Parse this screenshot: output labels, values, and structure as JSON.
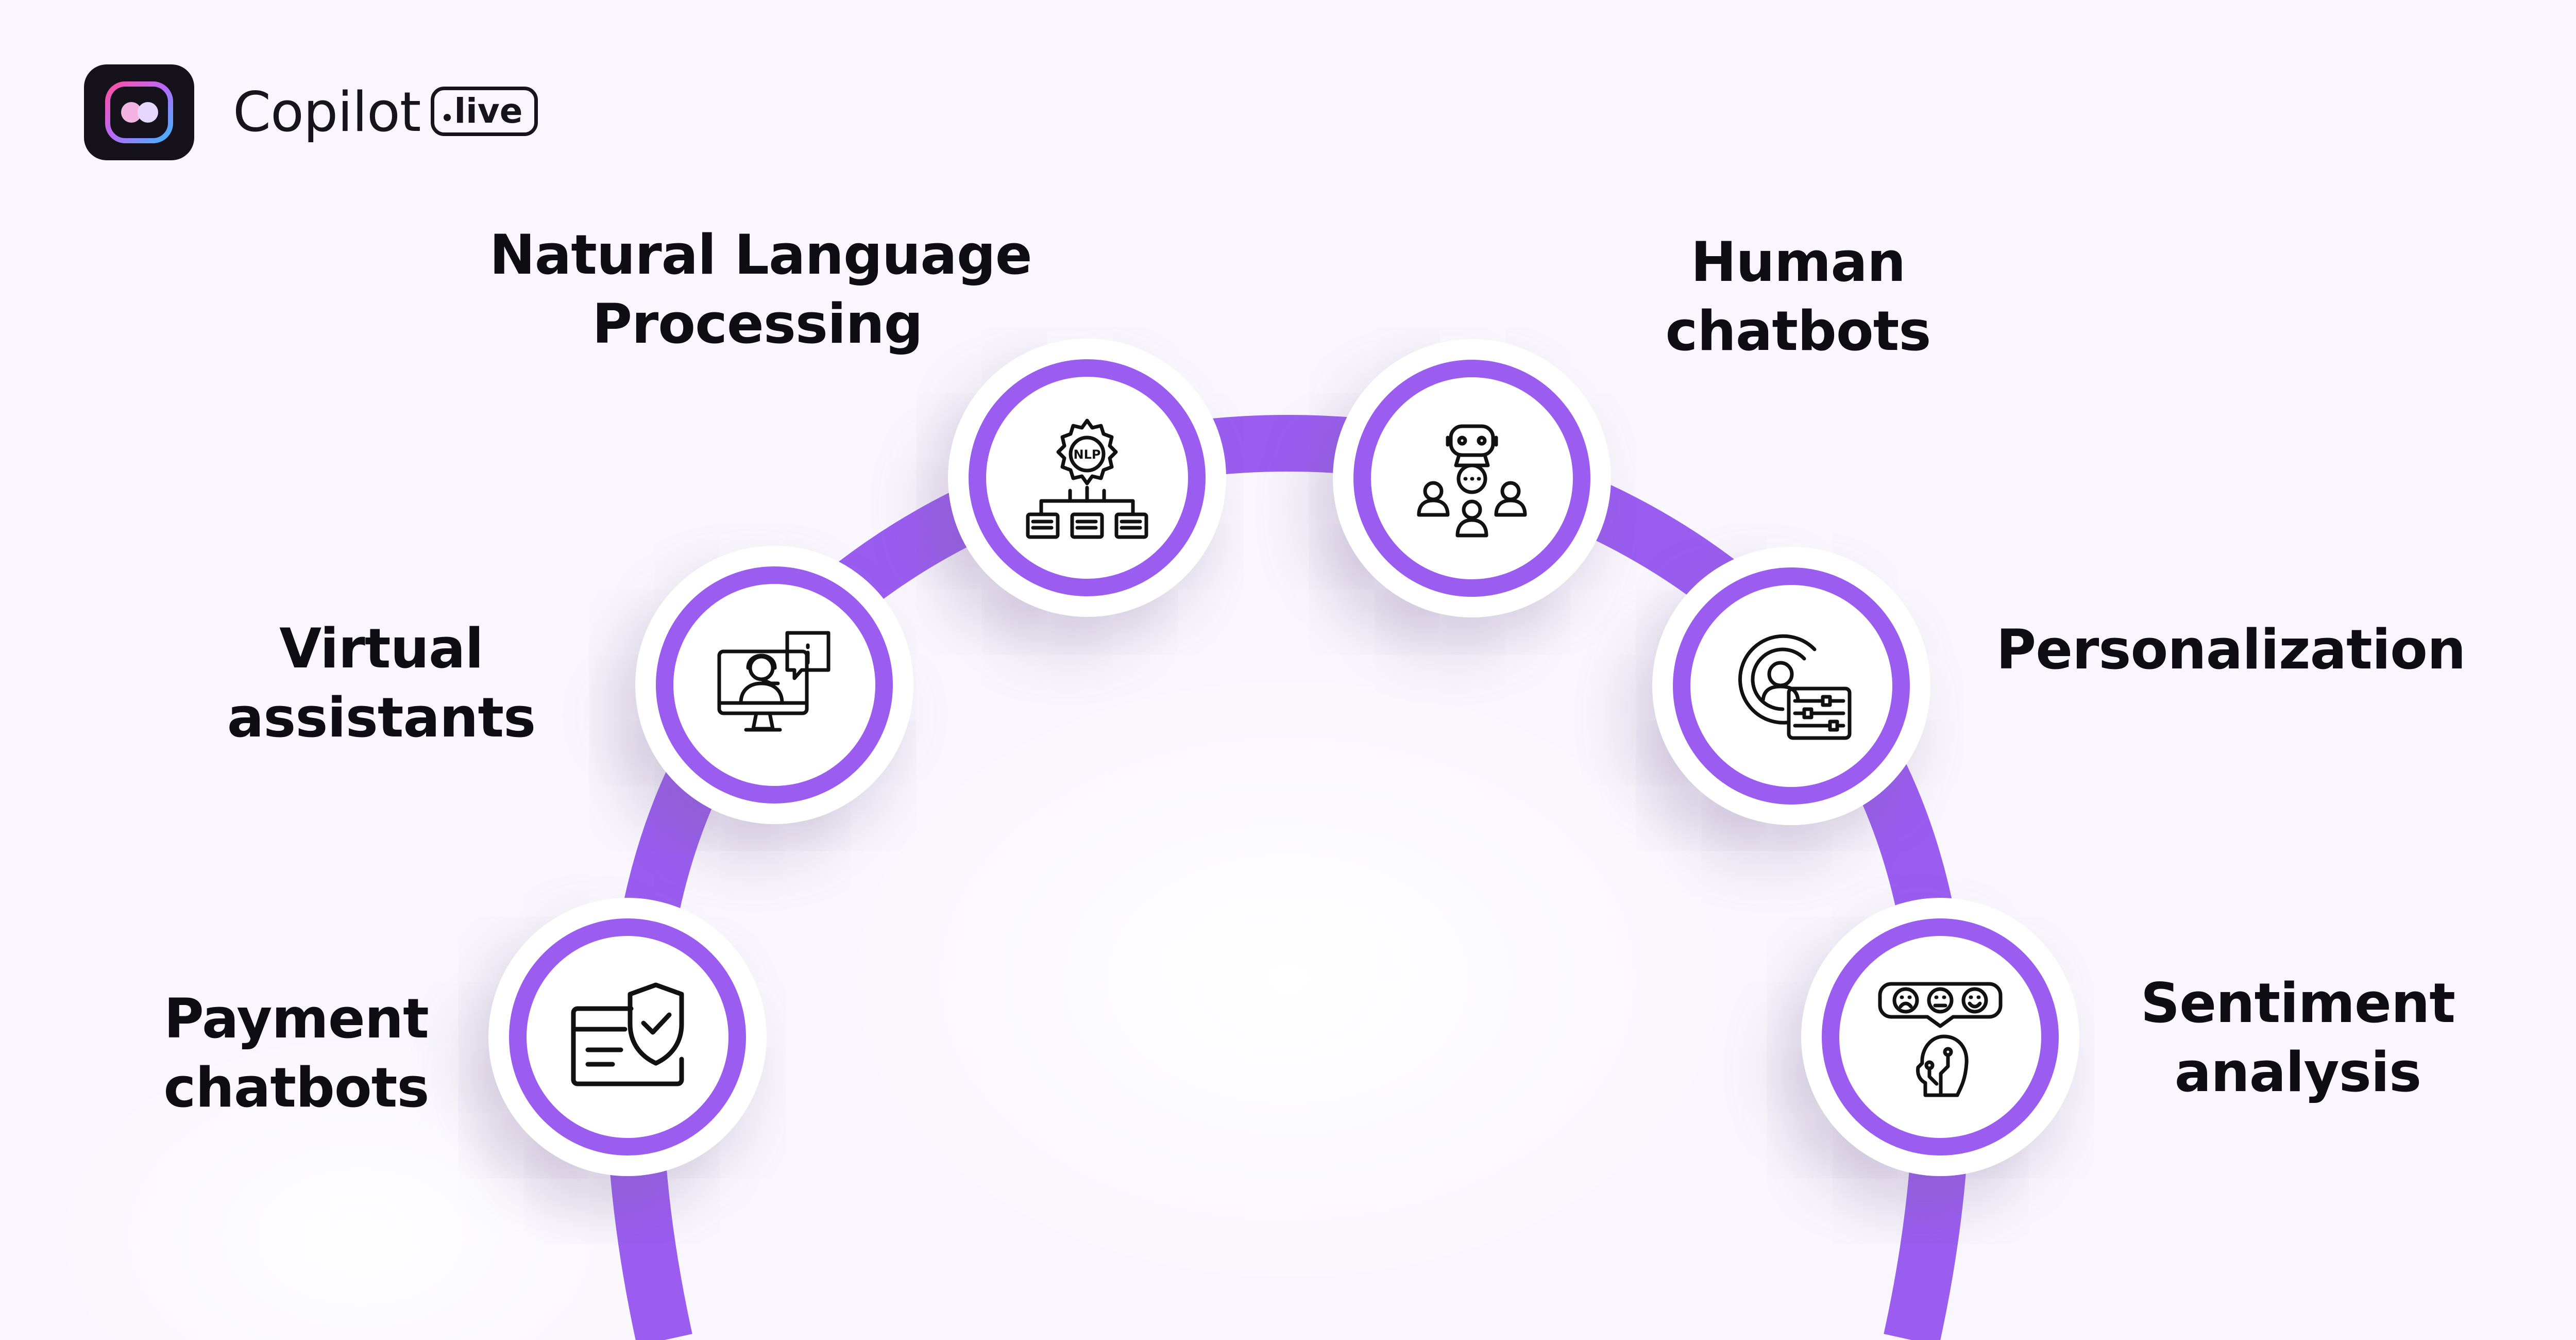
{
  "brand": {
    "name": "Copilot",
    "badge": "live"
  },
  "colors": {
    "accent": "#9a5df0",
    "background": "#f9f6fd",
    "text": "#0e0d12",
    "logo_tile": "#15121c"
  },
  "features": [
    {
      "id": "payment",
      "lines": [
        "Payment",
        "chatbots"
      ],
      "icon": "card-shield-icon"
    },
    {
      "id": "virtual",
      "lines": [
        "Virtual",
        "assistants"
      ],
      "icon": "support-agent-monitor-icon"
    },
    {
      "id": "nlp",
      "lines": [
        "Natural Language",
        "Processing"
      ],
      "icon": "nlp-gear-network-icon",
      "icon_text": "NLP"
    },
    {
      "id": "human",
      "lines": [
        "Human",
        "chatbots"
      ],
      "icon": "robot-with-people-icon"
    },
    {
      "id": "personalization",
      "lines": [
        "Personalization"
      ],
      "icon": "user-target-sliders-icon"
    },
    {
      "id": "sentiment",
      "lines": [
        "Sentiment",
        "analysis"
      ],
      "icon": "emotion-faces-head-icon"
    }
  ]
}
